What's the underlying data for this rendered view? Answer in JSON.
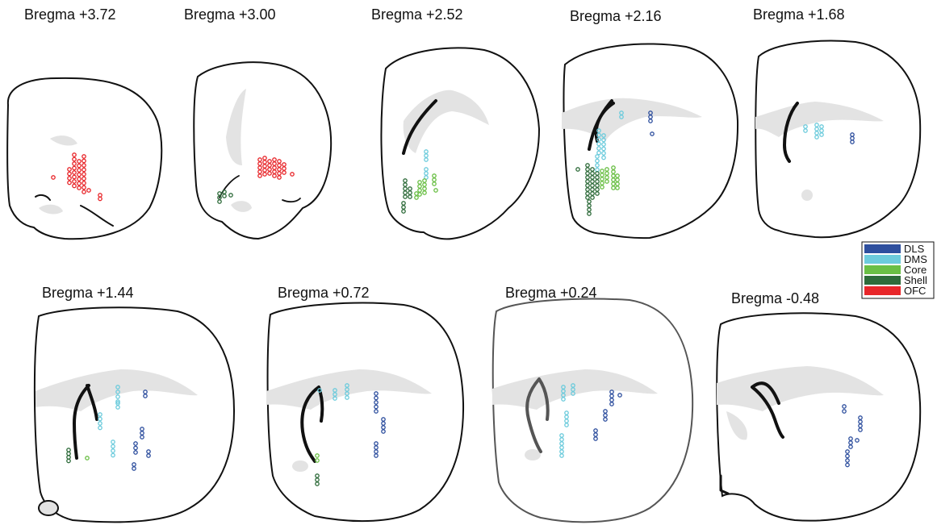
{
  "sections": [
    {
      "id": "s1",
      "label": "Bregma +3.72"
    },
    {
      "id": "s2",
      "label": "Bregma +3.00"
    },
    {
      "id": "s3",
      "label": "Bregma +2.52"
    },
    {
      "id": "s4",
      "label": "Bregma +2.16"
    },
    {
      "id": "s5",
      "label": "Bregma +1.68"
    },
    {
      "id": "s6",
      "label": "Bregma +1.44"
    },
    {
      "id": "s7",
      "label": "Bregma +0.72"
    },
    {
      "id": "s8",
      "label": "Bregma +0.24"
    },
    {
      "id": "s9",
      "label": "Bregma -0.48"
    }
  ],
  "legend": [
    {
      "label": "DLS",
      "color": "#2e4f9e"
    },
    {
      "label": "DMS",
      "color": "#6ccbdc"
    },
    {
      "label": "Core",
      "color": "#6abf45"
    },
    {
      "label": "Shell",
      "color": "#2e6b3a"
    },
    {
      "label": "OFC",
      "color": "#e8262a"
    }
  ]
}
